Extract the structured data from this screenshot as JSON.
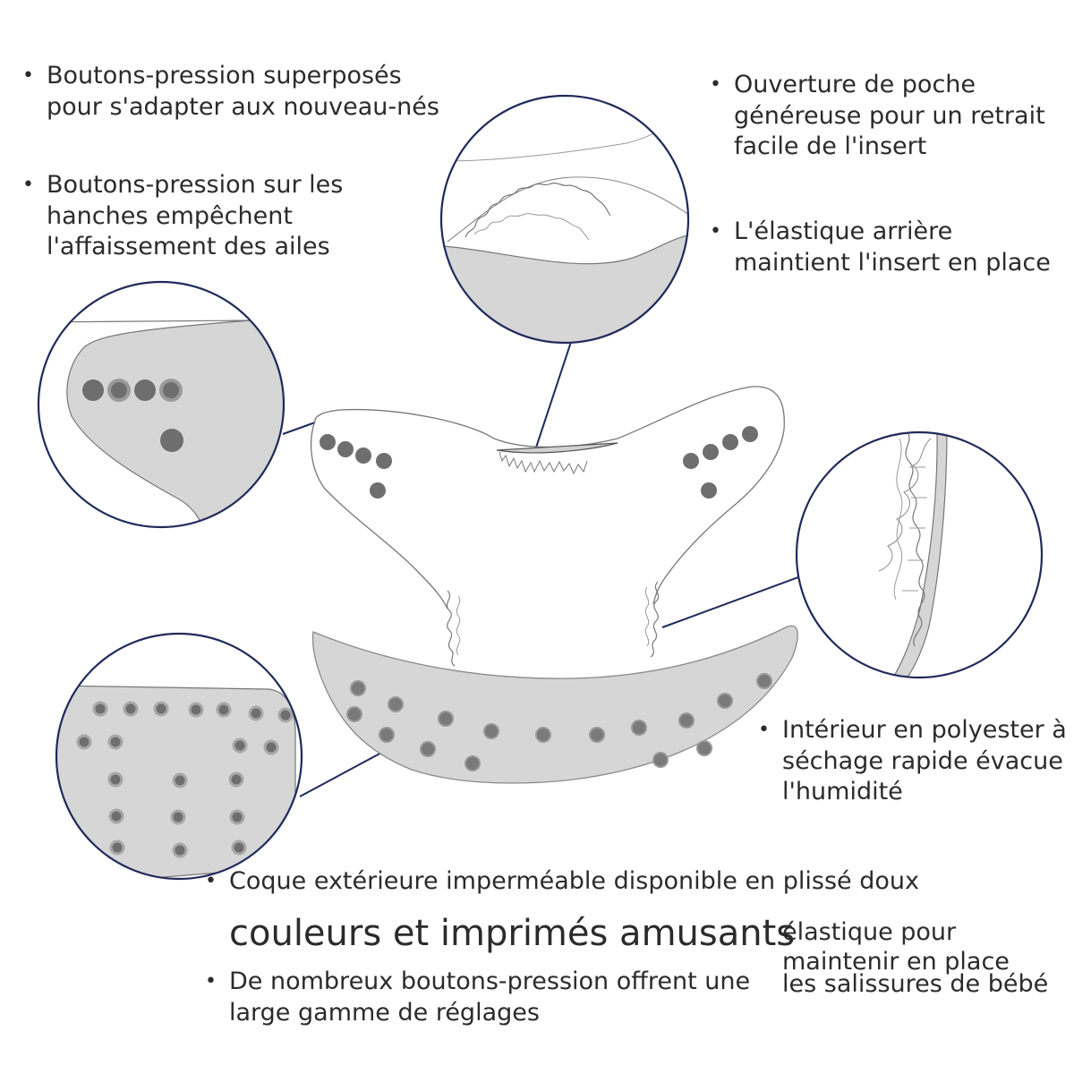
{
  "notes": {
    "n1": {
      "bullet": "•",
      "lines": [
        "Boutons-pression superposés",
        "pour s'adapter aux nouveau-nés"
      ]
    },
    "n2": {
      "bullet": "•",
      "lines": [
        "Boutons-pression sur les",
        "hanches empêchent",
        "l'affaissement des ailes"
      ]
    },
    "n3": {
      "bullet": "•",
      "lines": [
        "Ouverture de poche",
        "généreuse pour un retrait",
        "facile de l'insert"
      ]
    },
    "n4": {
      "bullet": "•",
      "lines": [
        "L'élastique arrière",
        "maintient l'insert en place"
      ]
    },
    "n5": {
      "bullet": "•",
      "lines": [
        "Intérieur en polyester à",
        "séchage rapide évacue",
        "l'humidité"
      ]
    },
    "n6": {
      "bullet": "•",
      "lines": [
        "Coque extérieure imperméable disponible en plissé doux"
      ]
    },
    "n7": {
      "bullet": "•",
      "lines": [
        "De nombreux boutons-pression offrent une",
        "large gamme de réglages"
      ]
    }
  },
  "big_text": "couleurs et imprimés amusants",
  "side_text": [
    "élastique pour",
    "maintenir en place",
    "les salissures de bébé"
  ],
  "colors": {
    "circle": "#1f2a5a",
    "fill": "#d9d9d9",
    "snap": "#737373",
    "text": "#2b2b2b"
  }
}
